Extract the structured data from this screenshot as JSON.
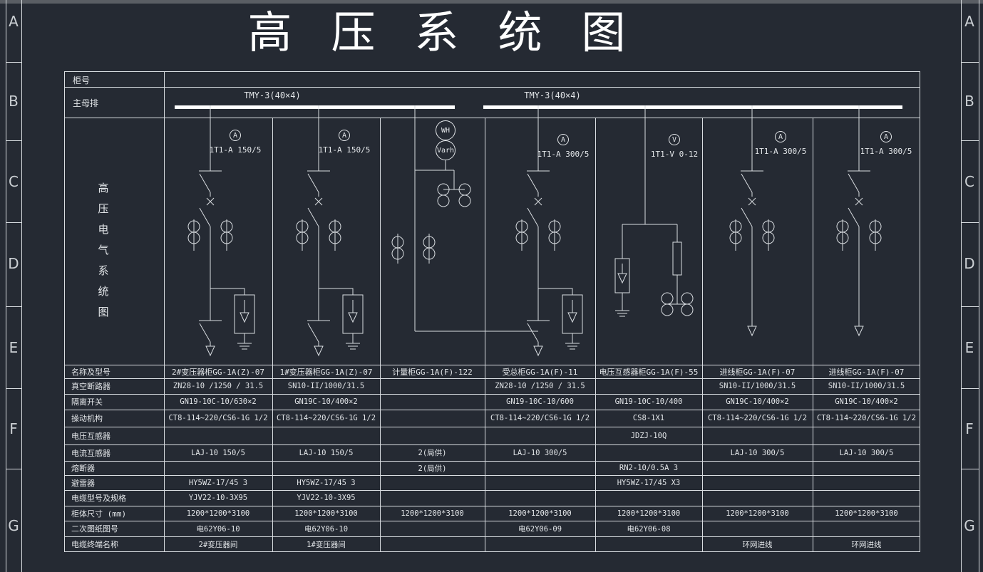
{
  "title": "高压系统图",
  "zone_letters": [
    "A",
    "B",
    "C",
    "D",
    "E",
    "F",
    "G"
  ],
  "colors": {
    "background": "#252a33",
    "line": "#d9dde1",
    "busbar": "#ffffff",
    "text": "#e3e6e9"
  },
  "header": {
    "cabinet_row_label": "柜号",
    "busbar_row_label": "主母排",
    "busbar_label_left": "TMY-3(40×4)",
    "busbar_label_right": "TMY-3(40×4)"
  },
  "diagram_label": "高压电气系统图",
  "meters": [
    {
      "type": "ammeter",
      "symbol": "A",
      "label": "1T1-A 150/5"
    },
    {
      "type": "ammeter",
      "symbol": "A",
      "label": "1T1-A 150/5"
    },
    {
      "type": "energy",
      "wh": "WH",
      "varh": "Varh"
    },
    {
      "type": "ammeter",
      "symbol": "A",
      "label": "1T1-A 300/5"
    },
    {
      "type": "voltmeter",
      "symbol": "V",
      "label": "1T1-V 0-12"
    },
    {
      "type": "ammeter",
      "symbol": "A",
      "label": "1T1-A 300/5"
    },
    {
      "type": "ammeter",
      "symbol": "A",
      "label": "1T1-A 300/5"
    }
  ],
  "spec_table": {
    "rows": [
      {
        "label": "名称及型号",
        "cells": [
          "2#变压器柜GG-1A(Z)-07",
          "1#变压器柜GG-1A(Z)-07",
          "计量柜GG-1A(F)-122",
          "受总柜GG-1A(F)-11",
          "电压互感器柜GG-1A(F)-55",
          "进线柜GG-1A(F)-07",
          "进线柜GG-1A(F)-07"
        ]
      },
      {
        "label": "真空断路器",
        "cells": [
          "ZN28-10 /1250 / 31.5",
          "SN10-II/1000/31.5",
          "",
          "ZN28-10 /1250 / 31.5",
          "",
          "SN10-II/1000/31.5",
          "SN10-II/1000/31.5"
        ]
      },
      {
        "label": "隔离开关",
        "cells": [
          "GN19-10C-10/630×2",
          "GN19C-10/400×2",
          "",
          "GN19-10C-10/600",
          "GN19-10C-10/400",
          "GN19C-10/400×2",
          "GN19C-10/400×2"
        ]
      },
      {
        "label": "操动机构",
        "cells": [
          "CT8-114~220/CS6-1G 1/2",
          "CT8-114~220/CS6-1G 1/2",
          "",
          "CT8-114~220/CS6-1G 1/2",
          "CS8-1X1",
          "CT8-114~220/CS6-1G 1/2",
          "CT8-114~220/CS6-1G 1/2"
        ]
      },
      {
        "label": "电压互感器",
        "cells": [
          "",
          "",
          "",
          "",
          "JDZJ-10Q",
          "",
          ""
        ]
      },
      {
        "label": "电流互感器",
        "cells": [
          "LAJ-10 150/5",
          "LAJ-10 150/5",
          "2(局供)",
          "LAJ-10 300/5",
          "",
          "LAJ-10 300/5",
          "LAJ-10 300/5"
        ]
      },
      {
        "label": "熔断器",
        "cells": [
          "",
          "",
          "2(局供)",
          "",
          "RN2-10/0.5A 3",
          "",
          ""
        ]
      },
      {
        "label": "避雷器",
        "cells": [
          "HY5WZ-17/45  3",
          "HY5WZ-17/45  3",
          "",
          "",
          "HY5WZ-17/45 X3",
          "",
          ""
        ]
      },
      {
        "label": "电缆型号及规格",
        "cells": [
          "YJV22-10-3X95",
          "YJV22-10-3X95",
          "",
          "",
          "",
          "",
          ""
        ]
      },
      {
        "label": "柜体尺寸 (mm)",
        "cells": [
          "1200*1200*3100",
          "1200*1200*3100",
          "1200*1200*3100",
          "1200*1200*3100",
          "1200*1200*3100",
          "1200*1200*3100",
          "1200*1200*3100"
        ]
      },
      {
        "label": "二次图纸图号",
        "cells": [
          "电62Y06-10",
          "电62Y06-10",
          "",
          "电62Y06-09",
          "电62Y06-08",
          "",
          ""
        ]
      },
      {
        "label": "电缆终端名称",
        "cells": [
          "2#变压器间",
          "1#变压器间",
          "",
          "",
          "",
          "环网进线",
          "环网进线"
        ]
      }
    ]
  }
}
